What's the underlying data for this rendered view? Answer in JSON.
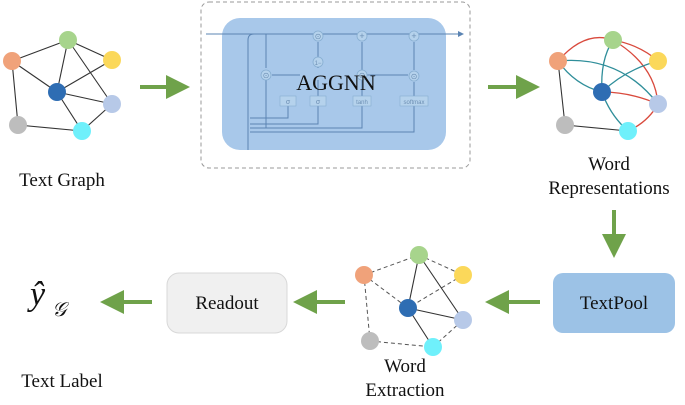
{
  "labels": {
    "text_graph": "Text Graph",
    "aggnn": "AGGNN",
    "word_representations_1": "Word",
    "word_representations_2": "Representations",
    "textpool": "TextPool",
    "word_extraction_1": "Word",
    "word_extraction_2": "Extraction",
    "readout": "Readout",
    "text_label": "Text Label",
    "output_symbol": "ŷ",
    "output_subscript": "𝒢"
  },
  "gate_labels": {
    "sigma_1": "σ",
    "sigma_2": "σ",
    "tanh": "tanh",
    "softmax": "softmax",
    "one_minus": "1−",
    "odot": "⊙",
    "plus": "+"
  },
  "colors": {
    "arrow": "#6fa24a",
    "aggnn_box": "#a8c8ea",
    "textpool_box": "#9cc2e6",
    "readout_box": "#f0f0f0",
    "node_orange": "#f0a27a",
    "node_green": "#a7d48c",
    "node_yellow": "#fbd85a",
    "node_blue": "#2e6db3",
    "node_lightblue": "#b7c9e8",
    "node_gray": "#bdbdbd",
    "node_cyan": "#6ff0fb",
    "edge_red": "#d94a3d",
    "edge_teal": "#2f8e9a"
  }
}
